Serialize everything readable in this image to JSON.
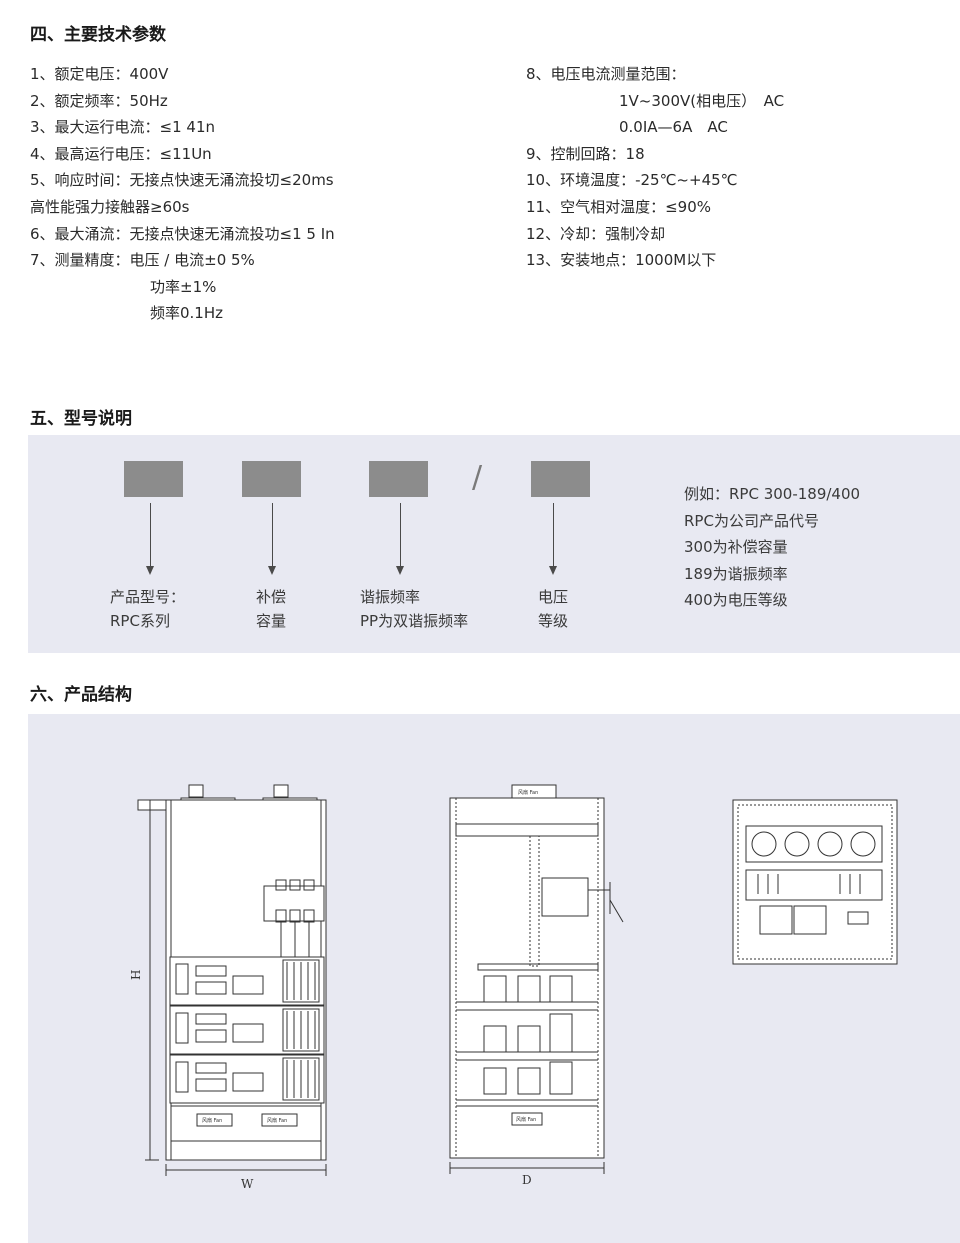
{
  "section4": {
    "title": "四、主要技术参数",
    "left": [
      "1、额定电压：400V",
      "2、额定频率：50Hz",
      "3、最大运行电流：≤1 41n",
      "4、最高运行电压：≤11Un",
      "5、响应时间：无接点快速无涌流投切≤20ms",
      "高性能强力接触器≥60s",
      "6、最大涌流：无接点快速无涌流投功≤1 5 In",
      "7、测量精度：电压 / 电流±0 5%",
      "功率±1%",
      "频率0.1Hz"
    ],
    "right": [
      "8、电压电流测量范围：",
      "1V~300V(相电压）　AC",
      "0.0IA—6A　AC",
      "9、控制回路：18",
      "10、环境温度：-25℃~+45℃",
      "11、空气相对温度：≤90%",
      "12、冷却：强制冷却",
      "13、安装地点：1000M以下"
    ]
  },
  "section5": {
    "title": "五、型号说明",
    "slash": "/",
    "labels": [
      [
        "产品型号：",
        "RPC系列"
      ],
      [
        "补偿",
        "容量"
      ],
      [
        "谐振频率",
        "PP为双谐振频率"
      ],
      [
        "电压",
        "等级"
      ]
    ],
    "example": [
      "例如：RPC 300-189/400",
      "RPC为公司产品代号",
      "300为补偿容量",
      "189为谐振频率",
      "400为电压等级"
    ]
  },
  "section6": {
    "title": "六、产品结构",
    "dim_h": "H",
    "dim_w": "W",
    "dim_d": "D",
    "fan_label": "风扇 Fan"
  }
}
